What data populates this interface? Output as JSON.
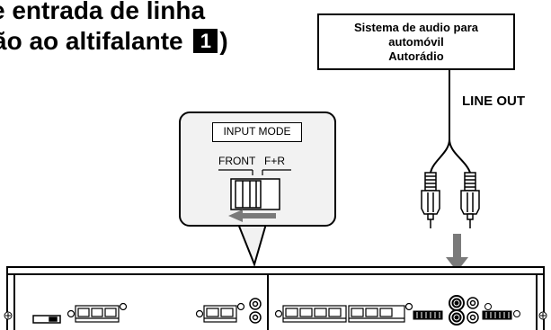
{
  "heading": {
    "line1": "e entrada de linha",
    "line2_before": "ão ao altifalante ",
    "badge": "1",
    "line2_after": ")"
  },
  "source_box": {
    "line1": "Sistema de audio para",
    "line2": "automóvil",
    "line3": "Autorádio"
  },
  "line_out_label": "LINE OUT",
  "input_mode": {
    "label": "INPUT MODE",
    "position_front": "FRONT",
    "position_fr": "F+R"
  },
  "colors": {
    "line": "#000000",
    "arrow": "#7a7a7a",
    "callout_fill": "#f2f2f2",
    "panel_fill": "#ffffff"
  }
}
